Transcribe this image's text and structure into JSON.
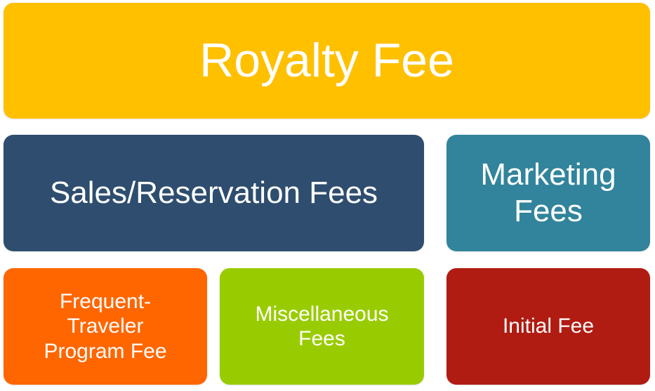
{
  "diagram": {
    "title": "Royalty Fee",
    "boxes": [
      {
        "id": "royalty",
        "label": "Royalty Fee",
        "color": "#FFC000"
      },
      {
        "id": "sales",
        "label": "Sales/Reservation Fees",
        "color": "#2E4D6F"
      },
      {
        "id": "marketing",
        "label": "Marketing Fees",
        "line1": "Marketing",
        "line2": "Fees",
        "color": "#31849B"
      },
      {
        "id": "frequent",
        "label": "Frequent-Traveler Program Fee",
        "line1": "Frequent-",
        "line2": "Traveler",
        "line3": "Program Fee",
        "color": "#FF6600"
      },
      {
        "id": "misc",
        "label": "Miscellaneous Fees",
        "line1": "Miscellaneous",
        "line2": "Fees",
        "color": "#99CC00"
      },
      {
        "id": "initial",
        "label": "Initial Fee",
        "color": "#B01C12"
      }
    ]
  }
}
